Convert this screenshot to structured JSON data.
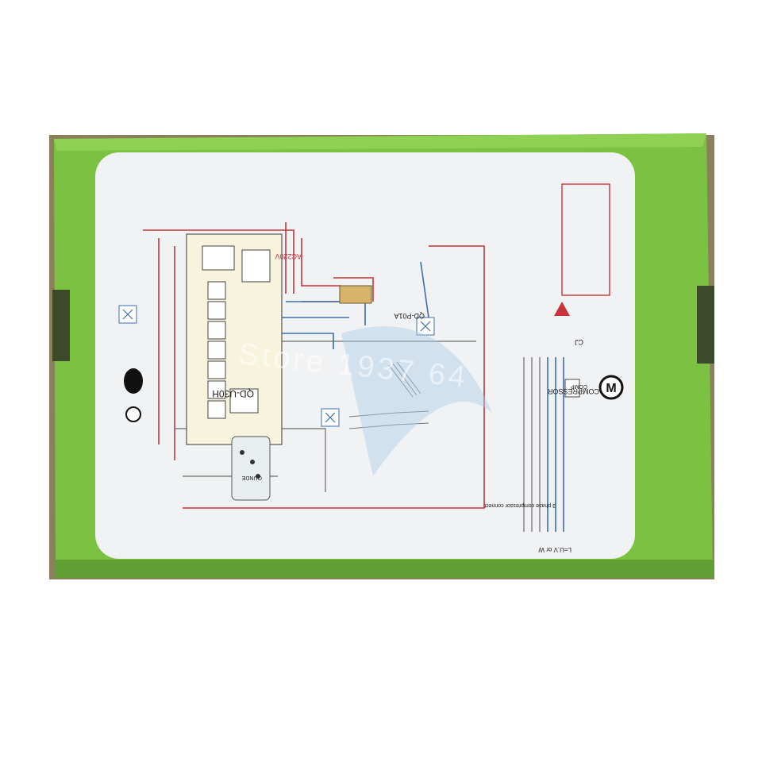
{
  "photo": {
    "subject": "Green cardboard box with wiring diagram (rotated 180 degrees)",
    "colors": {
      "box_green": "#7cc242",
      "box_shadow": "#4d8a2a",
      "panel": "#f1f2f4",
      "wire_red": "#c8323a",
      "wire_blue": "#3a6fb0",
      "cardboard": "#9a8a63"
    }
  },
  "labels": {
    "model": "QD-U30H",
    "compressor": "COMPRESSOR",
    "voltage": "AC220V",
    "protector": "QD-P01A",
    "brand": "QUNDE",
    "cj": "CJ",
    "comp": "COMP",
    "phase_note": "3 phase compressor connect",
    "lineset": "L=U,V or W"
  },
  "watermark": "Store 1937 64"
}
